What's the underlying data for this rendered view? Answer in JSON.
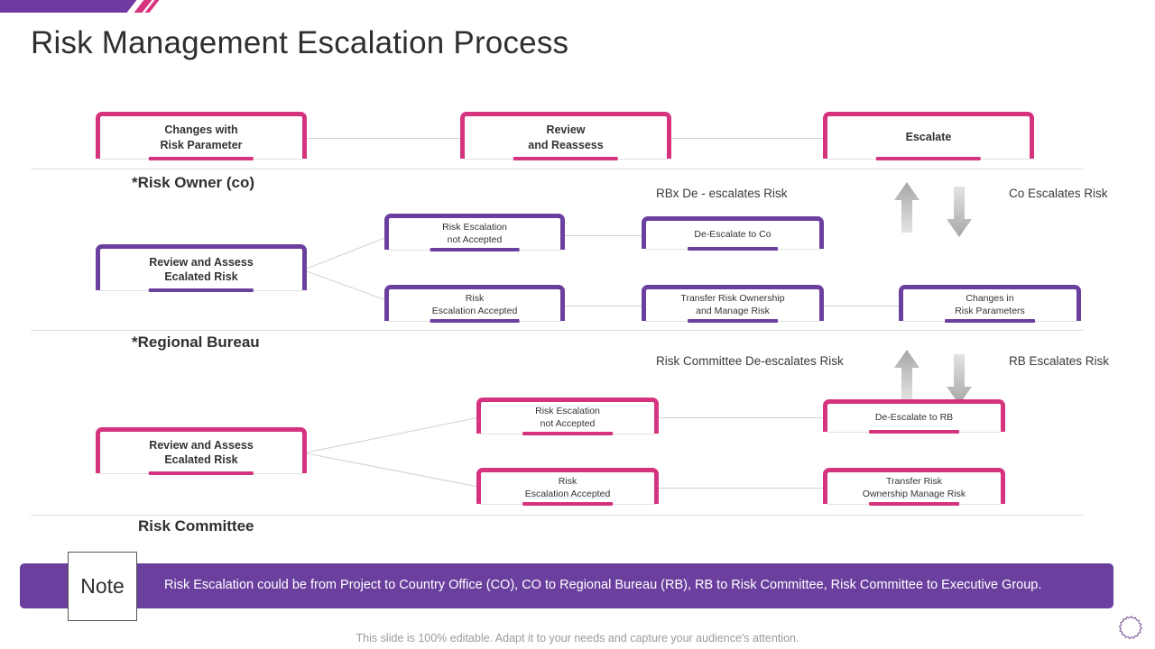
{
  "slide": {
    "title": "Risk Management Escalation Process",
    "footer": "This slide is 100% editable. Adapt it to your needs and capture your audience's attention.",
    "colors": {
      "purple": "#6b3f9e",
      "pink": "#d6337f",
      "arrow_gray": "#b9b9b9"
    }
  },
  "row1": {
    "boxes": [
      {
        "line1": "Changes with",
        "line2": "Risk Parameter"
      },
      {
        "line1": "Review",
        "line2": "and Reassess"
      },
      {
        "line1": "Escalate",
        "line2": ""
      }
    ]
  },
  "sections": [
    {
      "label": "*Risk Owner (co)"
    },
    {
      "label": "*Regional Bureau"
    },
    {
      "label": "Risk Committee"
    }
  ],
  "tier_co": {
    "annotation_left": "RBx De - escalates Risk",
    "annotation_right": "Co Escalates Risk",
    "source": {
      "line1": "Review and Assess",
      "line2": "Ecalated Risk"
    },
    "branch_top": {
      "line1": "Risk Escalation",
      "line2": "not Accepted"
    },
    "branch_bottom": {
      "line1": "Risk",
      "line2": "Escalation Accepted"
    },
    "result_top": {
      "line1": "De-Escalate to Co",
      "line2": ""
    },
    "result_bottom": {
      "line1": "Transfer Risk Ownership",
      "line2": "and Manage Risk"
    },
    "result_far": {
      "line1": "Changes in",
      "line2": "Risk Parameters"
    },
    "up_arrow": "up-arrow-icon",
    "down_arrow": "down-arrow-icon"
  },
  "tier_rb": {
    "annotation_left": "Risk Committee De-escalates Risk",
    "annotation_right": "RB Escalates Risk",
    "source": {
      "line1": "Review and Assess",
      "line2": "Ecalated Risk"
    },
    "branch_top": {
      "line1": "Risk Escalation",
      "line2": "not Accepted"
    },
    "branch_bottom": {
      "line1": "Risk",
      "line2": "Escalation  Accepted"
    },
    "result_top": {
      "line1": "De-Escalate to RB",
      "line2": ""
    },
    "result_bottom": {
      "line1": "Transfer Risk",
      "line2": "Ownership Manage Risk"
    },
    "up_arrow": "up-arrow-icon",
    "down_arrow": "down-arrow-icon"
  },
  "note": {
    "badge": "Note",
    "text": "Risk Escalation could be from Project to Country Office (CO), CO to Regional Bureau (RB), RB to Risk Committee, Risk Committee to Executive Group."
  }
}
